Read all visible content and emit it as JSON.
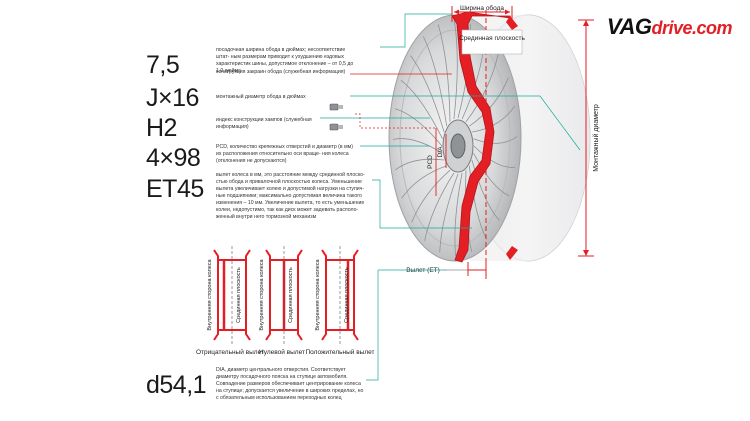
{
  "logo": {
    "main": "VAG",
    "sub": "drive.com"
  },
  "params": [
    {
      "code": "7,5",
      "desc": "посадочная ширина обода в дюймах; несоответствие штат- ным размерам приводит к ухудшению ездовых характеристик шины, допустимое отклонение – от 0,5 до 1,0 дюйма"
    },
    {
      "code": "J×16",
      "desc": "монтажный диаметр обода в дюймах"
    },
    {
      "code": "H2",
      "desc": "индекс конструкции хампов (служебная информация)"
    },
    {
      "code": "4×98",
      "desc": "PCD, количество крепежных отверстий и диаметр (в мм) их расположения относительно оси враще- ния колеса (отклонения не допускаются)"
    },
    {
      "code": "ET45",
      "desc": "вылет колеса в мм, это расстояние между срединной плоско- стью обода и привалочной плоскостью колеса. Уменьшение вылета увеличивает колею и допустимой нагрузки на ступич- ные подшипники; максимально допустимая величина такого изменения – 10 мм. Увеличение вылета, то есть уменьшение колеи, недопустимо, так как диск может задевать располо- женный внутри него тормозной механизм"
    },
    {
      "code": "d54,1",
      "desc": "DIA, диаметр центрального отверстия. Соответствует диаметру посадочного пояска на ступице автомобиля. Совпадение размеров обеспечивает центрирование колеса на ступице; допускается увеличение в широких пределах, но с обязательным использованием переходных колец"
    }
  ],
  "subnote": "конструкция закраин обода (служебная информация)",
  "labels": {
    "rim_width": "Ширина обода",
    "middle_plane": "Срединная плоскость",
    "mount_diameter": "Монтажный диаметр",
    "offset": "Вылет (ET)",
    "pcd": "PCD",
    "dia": "DIA"
  },
  "small_labels": {
    "inner_side": "Внутренняя сторона колеса",
    "middle_plane": "Срединная плоскость"
  },
  "offset_types": [
    {
      "label": "Отрицательный вылет"
    },
    {
      "label": "Нулевой вылет"
    },
    {
      "label": "Положительный вылет"
    }
  ],
  "colors": {
    "accent": "#e31e24",
    "teal": "#1fa89b",
    "dark": "#1a1a1a"
  }
}
